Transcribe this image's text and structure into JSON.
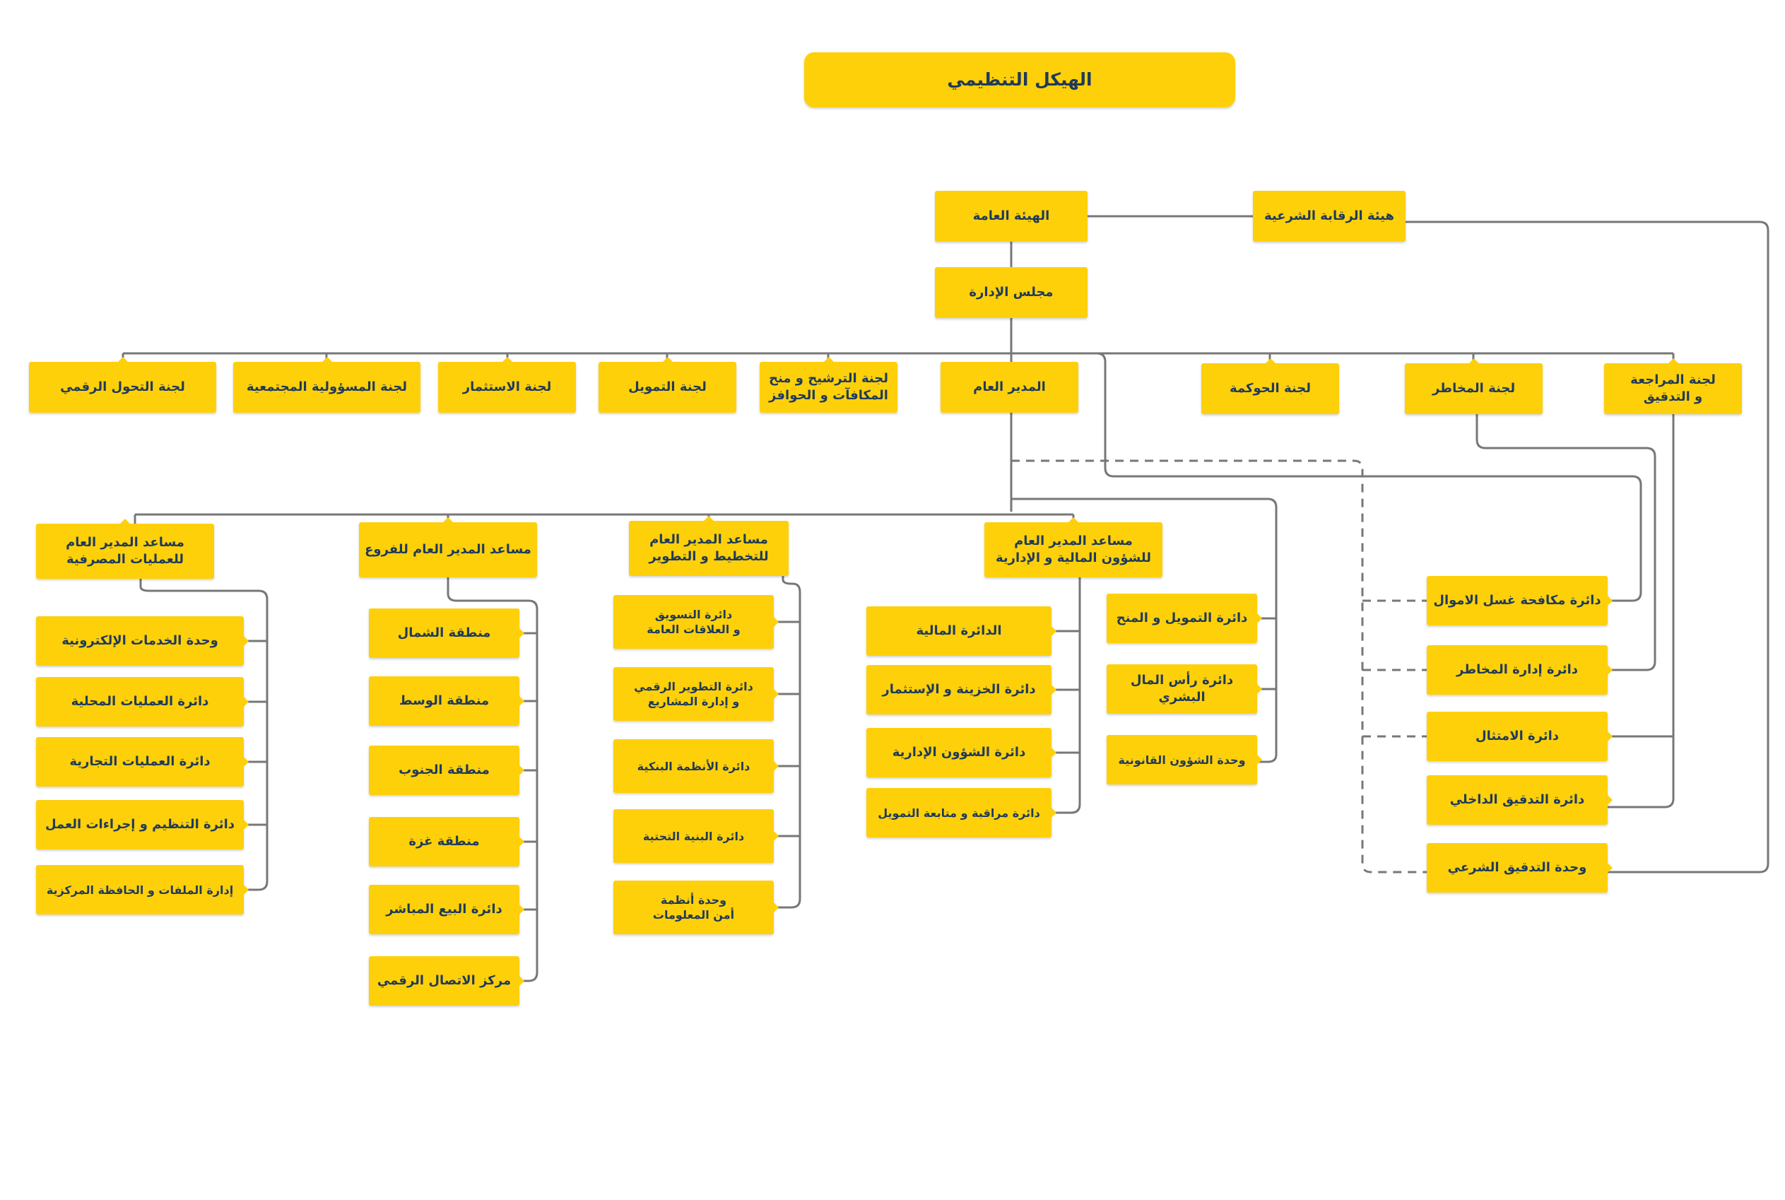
{
  "title": "الهيكل التنظيمي",
  "nodes": {
    "general_assembly": "الهيئة العامة",
    "sharia_board": "هيئة الرقابة الشرعية",
    "board": "مجلس الإدارة",
    "ceo": "المدير العام",
    "committees": {
      "digital": "لجنة التحول الرقمي",
      "social": "لجنة المسؤولية المجتمعية",
      "investment": "لجنة الاستثمار",
      "financing": "لجنة التمويل",
      "nomination": "لجنة الترشيح و منح\nالمكافآت و الحوافز",
      "governance": "لجنة الحوكمة",
      "risk": "لجنة المخاطر",
      "audit": "لجنة المراجعة\nو التدقيق"
    },
    "assistants": {
      "banking_ops": "مساعد المدير العام\nللعمليات المصرفية",
      "branches": "مساعد المدير العام للفروع",
      "planning": "مساعد المدير العام\nللتخطيط و التطوير",
      "finance_admin": "مساعد المدير العام\nللشؤون المالية و الإدارية"
    },
    "banking_ops_units": [
      "وحدة الخدمات الإلكترونية",
      "دائرة العمليات المحلية",
      "دائرة العمليات التجارية",
      "دائرة التنظيم و إجراءات العمل",
      "إدارة الملفات و الحافظة المركزية"
    ],
    "branches_units": [
      "منطقة الشمال",
      "منطقة الوسط",
      "منطقة الجنوب",
      "منطقة غزة",
      "دائرة البيع المباشر",
      "مركز الاتصال الرقمي"
    ],
    "planning_units": [
      "دائرة التسويق\nو العلاقات العامة",
      "دائرة التطوير الرقمي\nو إدارة المشاريع",
      "دائرة الأنظمة البنكية",
      "دائرة البنية التحتية",
      "وحدة أنظمة\nأمن المعلومات"
    ],
    "finance_units": [
      "الدائرة المالية",
      "دائرة الخزينة و الإستثمار",
      "دائرة الشؤون الإدارية",
      "دائرة مراقبة و متابعة التمويل"
    ],
    "ceo_direct_units": [
      "دائرة التمويل و المنح",
      "دائرة رأس المال البشري",
      "وحدة الشؤون القانونية"
    ],
    "control_units": [
      "دائرة مكافحة غسل الاموال",
      "دائرة إدارة المخاطر",
      "دائرة الامتثال",
      "دائرة التدقيق الداخلي",
      "وحدة التدقيق الشرعي"
    ]
  },
  "colors": {
    "box": "#FED00A",
    "text": "#1F3A5A",
    "line": "#777777"
  }
}
